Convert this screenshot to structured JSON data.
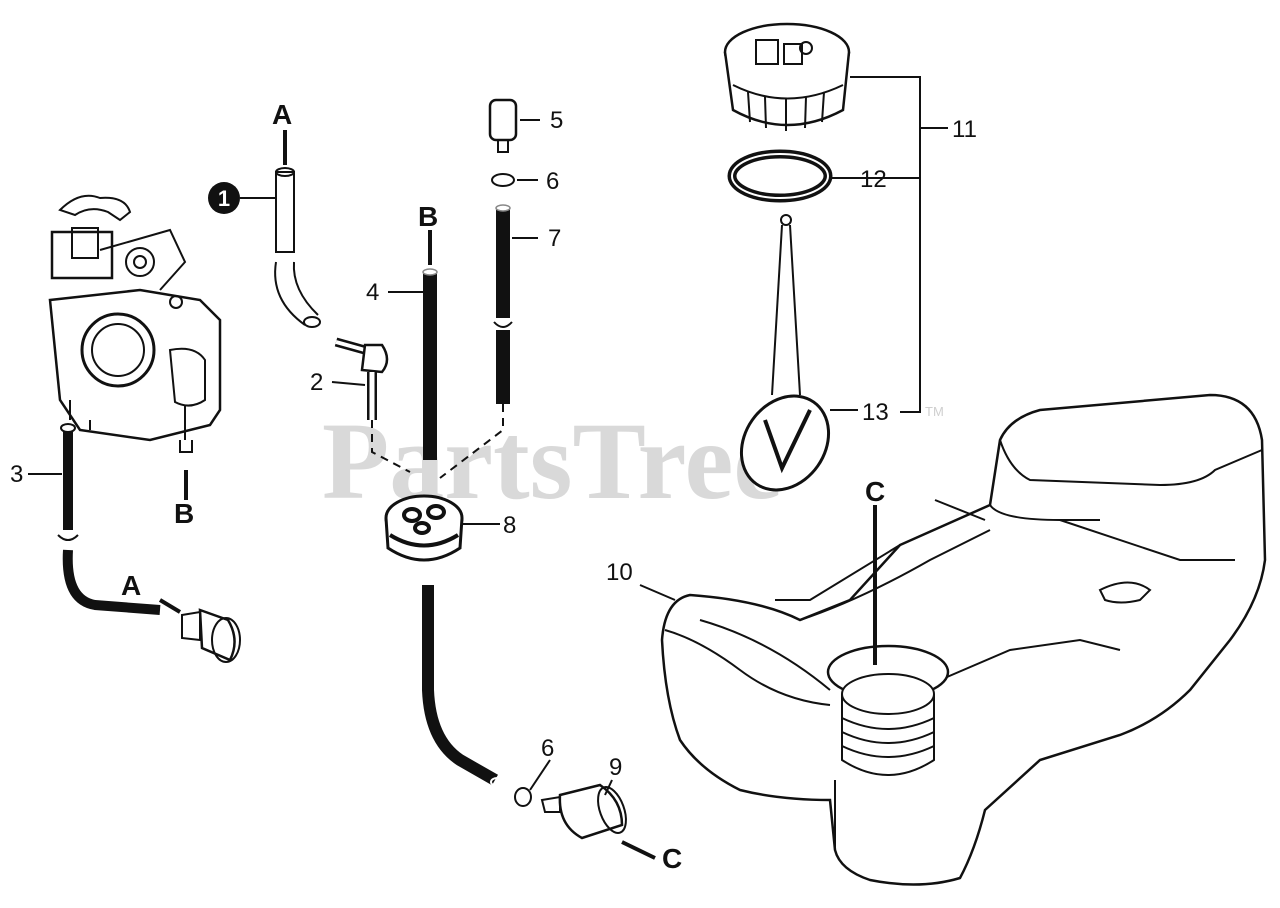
{
  "watermark": {
    "text": "PartsTree",
    "tm": "TM"
  },
  "labels": {
    "p1": "1",
    "p2": "2",
    "p3": "3",
    "p4": "4",
    "p5": "5",
    "p6a": "6",
    "p6b": "6",
    "p7": "7",
    "p8": "8",
    "p9": "9",
    "p10": "10",
    "p11": "11",
    "p12": "12",
    "p13": "13"
  },
  "connectors": {
    "a_top": "A",
    "a_low": "A",
    "b_top": "B",
    "b_low": "B",
    "c_tank": "C",
    "c_filter": "C"
  }
}
